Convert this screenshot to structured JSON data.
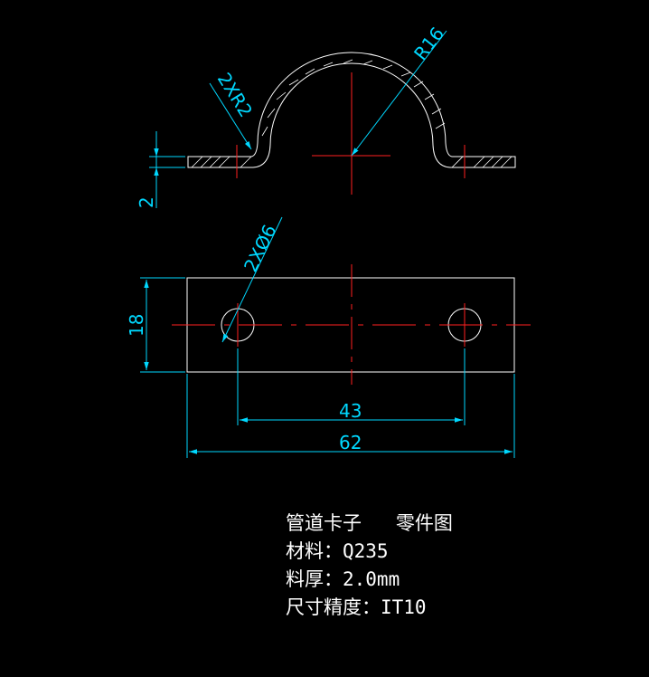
{
  "dimensions": {
    "r16": "R16",
    "r2": "2XR2",
    "phi6": "2XØ6",
    "thickness": "2",
    "height": "18",
    "hole_spacing": "43",
    "overall_length": "62"
  },
  "notes": {
    "title": "管道卡子   零件图",
    "material": "材料：Q235",
    "thickness": "料厚：2.0mm",
    "tolerance": "尺寸精度：IT10"
  },
  "colors": {
    "geometry": "#ffffff",
    "centerline": "#ff2020",
    "dimension": "#00d8ff",
    "background": "#000000"
  }
}
